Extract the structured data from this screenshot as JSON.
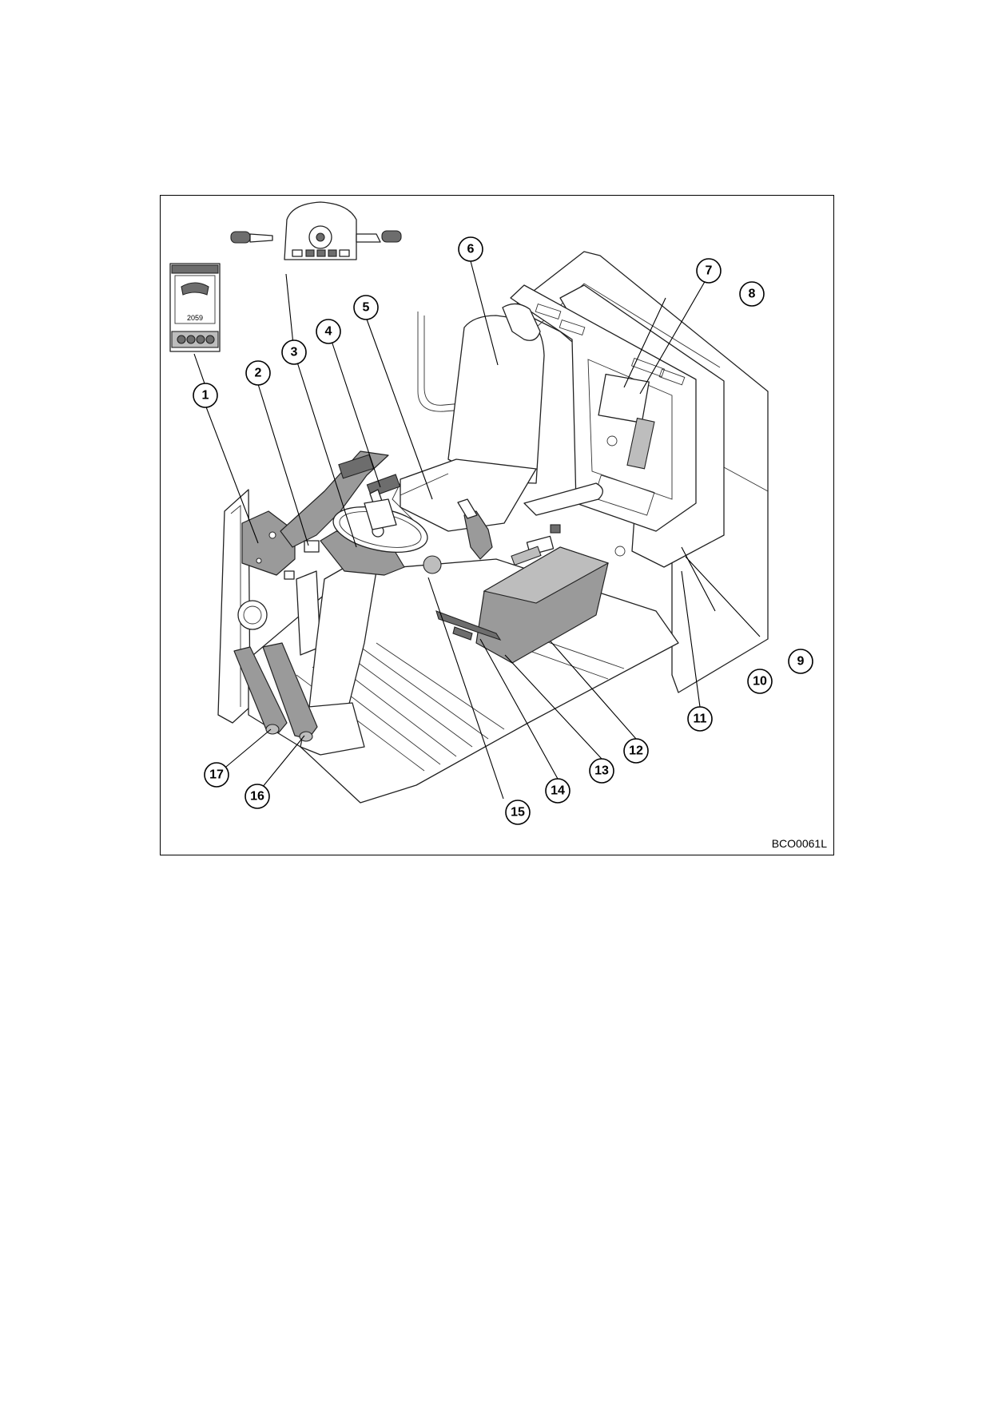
{
  "figure": {
    "code": "BCO0061L",
    "monitor_display_value": "2059"
  },
  "callouts": [
    {
      "number": "1"
    },
    {
      "number": "2"
    },
    {
      "number": "3"
    },
    {
      "number": "4"
    },
    {
      "number": "5"
    },
    {
      "number": "6"
    },
    {
      "number": "7"
    },
    {
      "number": "8"
    },
    {
      "number": "9"
    },
    {
      "number": "10"
    },
    {
      "number": "11"
    },
    {
      "number": "12"
    },
    {
      "number": "13"
    },
    {
      "number": "14"
    },
    {
      "number": "15"
    },
    {
      "number": "16"
    },
    {
      "number": "17"
    }
  ]
}
